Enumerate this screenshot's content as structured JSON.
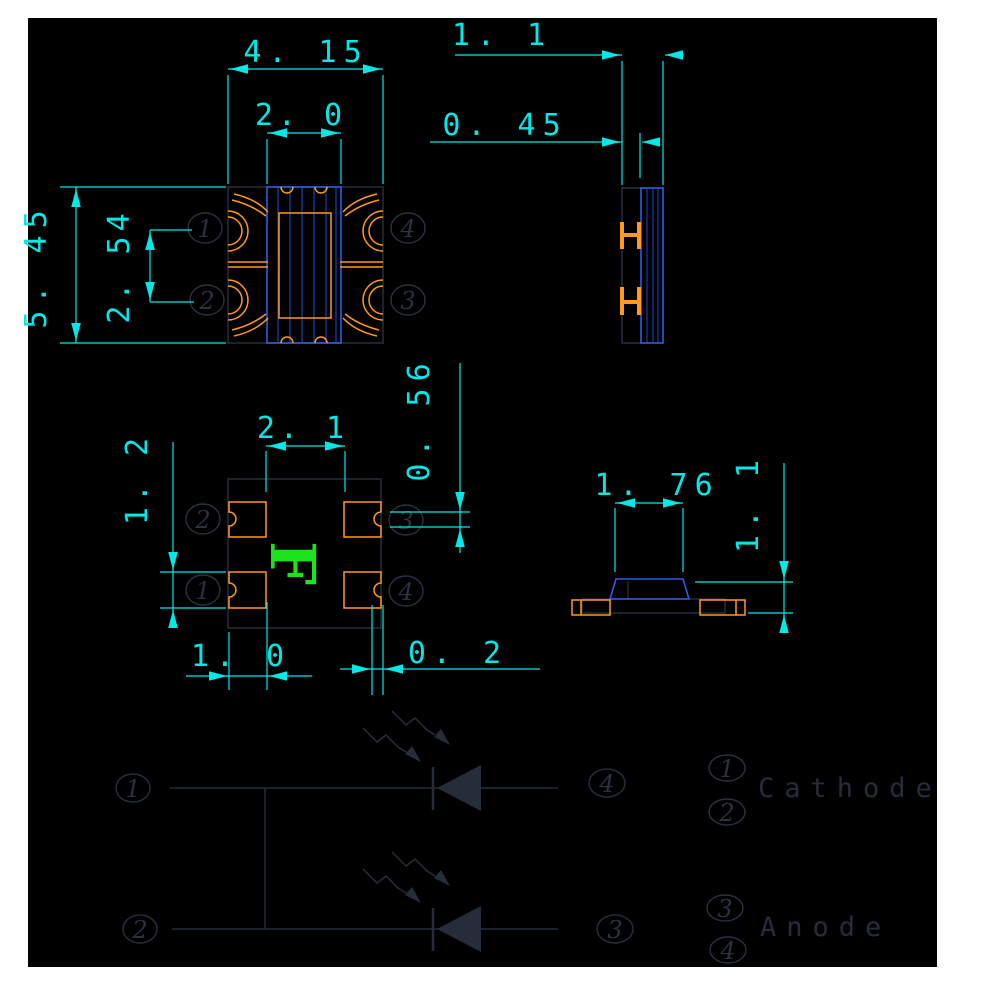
{
  "colors": {
    "dimension": "#00e8e8",
    "trace": "#ff9a1e",
    "substrate_blue": "#2e5fe0",
    "hatch_fill": "#a6c6f2",
    "polarity_mark": "#1be41b",
    "ghost_line": "#2a3140",
    "canvas": "#000000"
  },
  "top_view": {
    "dims": {
      "overall_width": "4. 15",
      "inner_width": "2. 0",
      "overall_height": "5. 45",
      "pin_pitch": "2. 54"
    },
    "pins": {
      "p1": "1",
      "p2": "2",
      "p3": "3",
      "p4": "4"
    }
  },
  "side_view": {
    "dims": {
      "total_thickness": "1. 1",
      "body_thickness": "0. 45"
    }
  },
  "pad_view": {
    "dims": {
      "pad_span": "2. 1",
      "pad_height": "1. 2",
      "notch": "0. 56",
      "pad_width": "1. 0",
      "edge_gap": "0. 2"
    },
    "pins": {
      "p1": "1",
      "p2": "2",
      "p3": "3",
      "p4": "4"
    },
    "polarity_mark": "F"
  },
  "profile_view": {
    "dims": {
      "lens_width": "1. 76",
      "total_height": "1. 1"
    }
  },
  "schematic": {
    "pins": {
      "p1": "1",
      "p2": "2",
      "p3": "3",
      "p4": "4"
    },
    "legend": {
      "cathode_pin_a": "1",
      "cathode_pin_b": "2",
      "cathode_label": "Cathode",
      "anode_pin_a": "3",
      "anode_pin_b": "4",
      "anode_label": "Anode"
    }
  }
}
